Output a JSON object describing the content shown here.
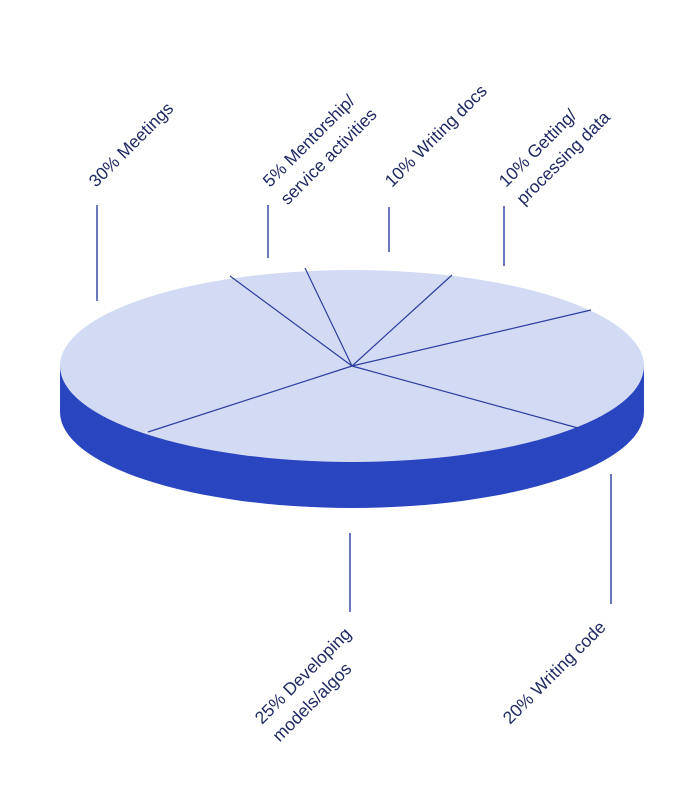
{
  "chart_data": {
    "type": "pie",
    "style": "3d",
    "title": "",
    "slices": [
      {
        "label_lines": [
          "30% Meetings"
        ],
        "value": 30
      },
      {
        "label_lines": [
          "5% Mentorship/",
          "service activities"
        ],
        "value": 5
      },
      {
        "label_lines": [
          "10% Writing docs"
        ],
        "value": 10
      },
      {
        "label_lines": [
          "10% Getting/",
          "processing data"
        ],
        "value": 10
      },
      {
        "label_lines": [
          "20% Writing code"
        ],
        "value": 20
      },
      {
        "label_lines": [
          "25% Developing",
          "models/algos"
        ],
        "value": 25
      }
    ],
    "colors": {
      "top": "#d3dbf4",
      "side": "#2a45c0",
      "lines": "#2c3f9e",
      "text": "#1f2a63"
    }
  }
}
